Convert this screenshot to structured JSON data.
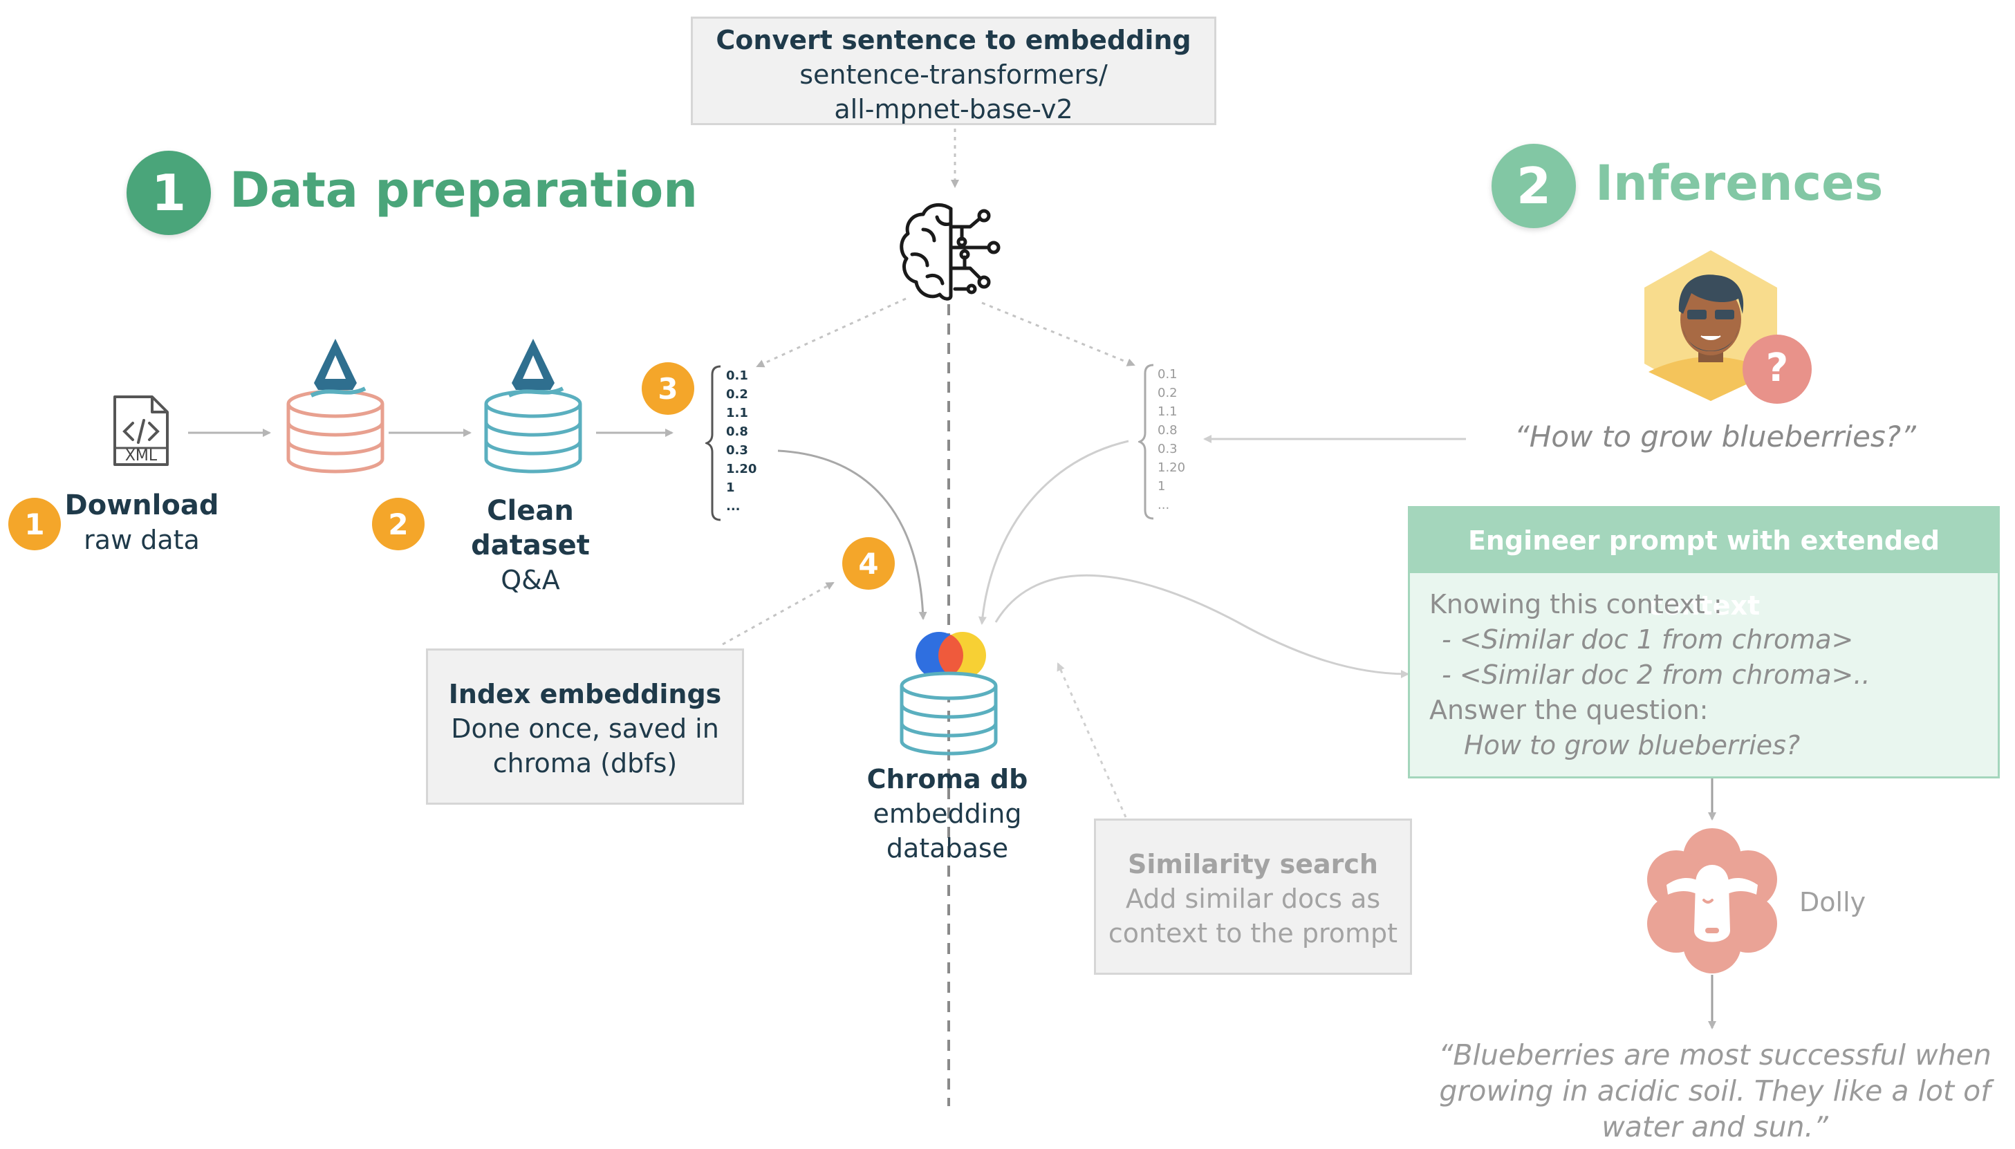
{
  "colors": {
    "green_dark": "#4aa57a",
    "green_light": "#82c7a4",
    "orange": "#f4a62a",
    "navy": "#1f3a4a",
    "teal": "#5aafbf",
    "salmon": "#e8a08f",
    "grey_box": "#f1f1f1",
    "prompt_header": "#a4d6bc",
    "prompt_body": "#e9f6ef"
  },
  "embed_box": {
    "title": "Convert sentence to embedding",
    "line1": "sentence-transformers/",
    "line2": "all-mpnet-base-v2"
  },
  "data_prep": {
    "number": "1",
    "title": "Data preparation"
  },
  "inferences": {
    "number": "2",
    "title": "Inferences"
  },
  "xml_icon": {
    "label": "XML"
  },
  "download": {
    "number": "1",
    "title": "Download",
    "subtitle": "raw data"
  },
  "clean": {
    "number": "2",
    "title": "Clean dataset",
    "subtitle": "Q&A"
  },
  "step3": {
    "number": "3"
  },
  "step4": {
    "number": "4"
  },
  "vector_values": [
    "0.1",
    "0.2",
    "1.1",
    "0.8",
    "0.3",
    "1.20",
    "1",
    "..."
  ],
  "index_box": {
    "title": "Index embeddings",
    "line1": "Done once, saved in",
    "line2": "chroma (dbfs)"
  },
  "chroma": {
    "title": "Chroma db",
    "subtitle": "embedding database"
  },
  "similarity_box": {
    "title": "Similarity search",
    "line1": "Add similar docs as",
    "line2": "context to the prompt"
  },
  "question": {
    "text": "“How to grow blueberries?”",
    "badge": "?"
  },
  "prompt": {
    "header": "Engineer prompt with extended context",
    "line1": "Knowing this context :",
    "line2": "- <Similar doc 1 from chroma>",
    "line3": "- <Similar doc 2 from chroma>..",
    "line4": "Answer the question:",
    "line5": "How to grow blueberries?"
  },
  "dolly": {
    "label": "Dolly"
  },
  "answer": {
    "line1": "“Blueberries are most successful when",
    "line2": "growing in acidic soil. They like a lot of",
    "line3": "water and sun.”"
  }
}
